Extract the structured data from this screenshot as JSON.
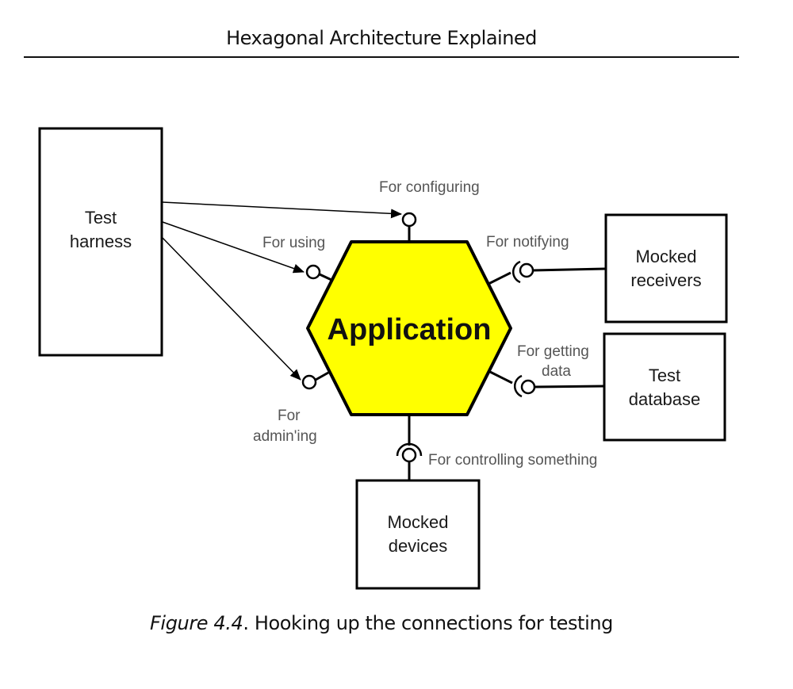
{
  "header": {
    "title": "Hexagonal Architecture Explained"
  },
  "diagram": {
    "colors": {
      "hexagon_fill": "#ffff00",
      "stroke": "#000000",
      "port_label": "#555555"
    },
    "application": {
      "label": "Application"
    },
    "boxes": {
      "test_harness": [
        "Test",
        "harness"
      ],
      "mocked_receivers": [
        "Mocked",
        "receivers"
      ],
      "test_database": [
        "Test",
        "database"
      ],
      "mocked_devices": [
        "Mocked",
        "devices"
      ]
    },
    "ports": {
      "configuring": [
        "For configuring"
      ],
      "using": [
        "For using"
      ],
      "admining": [
        "For",
        "admin'ing"
      ],
      "notifying": [
        "For notifying"
      ],
      "getting_data": [
        "For getting",
        "data"
      ],
      "controlling": [
        "For controlling something"
      ]
    }
  },
  "caption": {
    "figure_ref": "Figure 4.4",
    "text": ". Hooking up the connections for testing"
  }
}
